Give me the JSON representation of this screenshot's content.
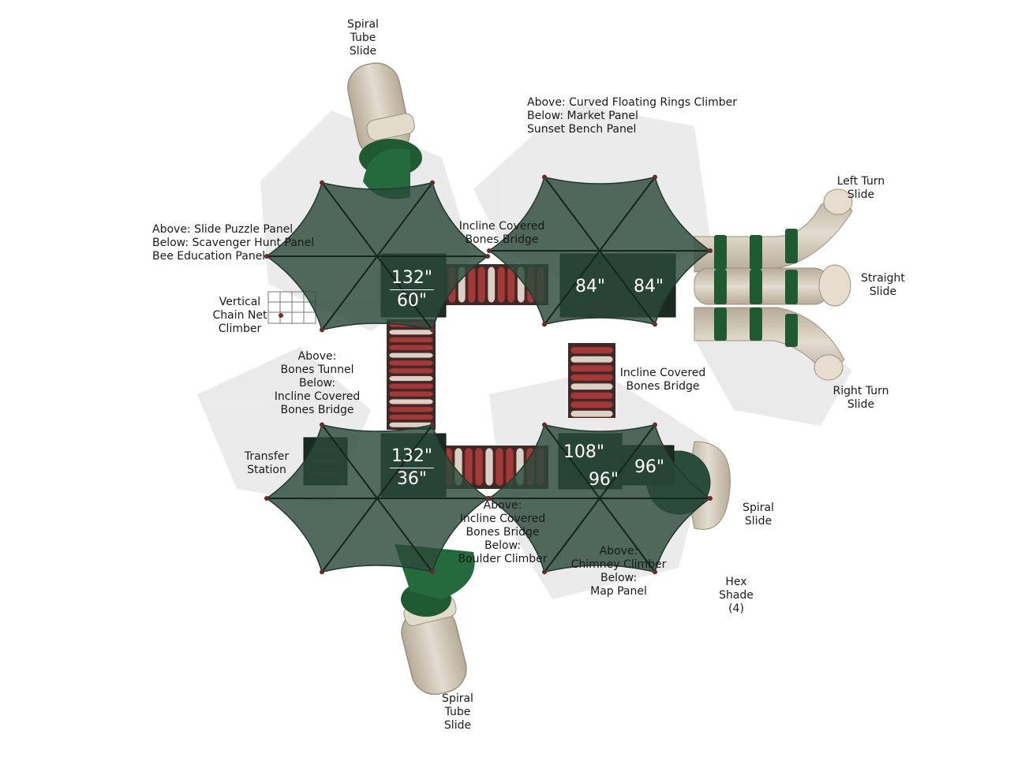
{
  "colors": {
    "canopy": "#2c4a3b",
    "canopy_dark": "#1f3a2c",
    "deck": "#1b2a22",
    "tube_tan": "#cdc3b3",
    "tube_green": "#1f5a33",
    "bridge_red": "#a33a3a",
    "bridge_beige": "#d9d2c4",
    "label_text": "#1a1a1a",
    "dimension_text": "#ffffff"
  },
  "labels": {
    "spiral_tube_slide_top": "Spiral\nTube\nSlide",
    "rings_climber": "Above: Curved Floating Rings Climber\nBelow: Market Panel\nSunset Bench Panel",
    "left_turn_slide": "Left Turn\nSlide",
    "slide_puzzle": "Above: Slide Puzzle Panel\nBelow: Scavenger Hunt Panel\nBee Education Panel",
    "incline_bridge_top": "Incline Covered\nBones Bridge",
    "straight_slide": "Straight\nSlide",
    "vertical_net": "Vertical\nChain Net\nClimber",
    "bones_tunnel": "Above:\nBones Tunnel\nBelow:\nIncline Covered\nBones Bridge",
    "incline_bridge_right": "Incline Covered\nBones Bridge",
    "right_turn_slide": "Right Turn\nSlide",
    "transfer_station": "Transfer\nStation",
    "boulder_climber": "Above:\nIncline Covered\nBones Bridge\nBelow:\nBoulder Climber",
    "chimney_climber": "Above:\nChimney Climber\nBelow:\nMap Panel",
    "spiral_slide": "Spiral\nSlide",
    "hex_shade": "Hex\nShade\n(4)",
    "spiral_tube_slide_bottom": "Spiral\nTube\nSlide"
  },
  "dimensions": {
    "deck_tl_top": "132\"",
    "deck_tl_bottom": "60\"",
    "deck_tr_a": "84\"",
    "deck_tr_b": "84\"",
    "deck_bl_top": "132\"",
    "deck_bl_bottom": "36\"",
    "deck_br_a": "108\"",
    "deck_br_b": "96\"",
    "deck_br_c": "96\""
  }
}
